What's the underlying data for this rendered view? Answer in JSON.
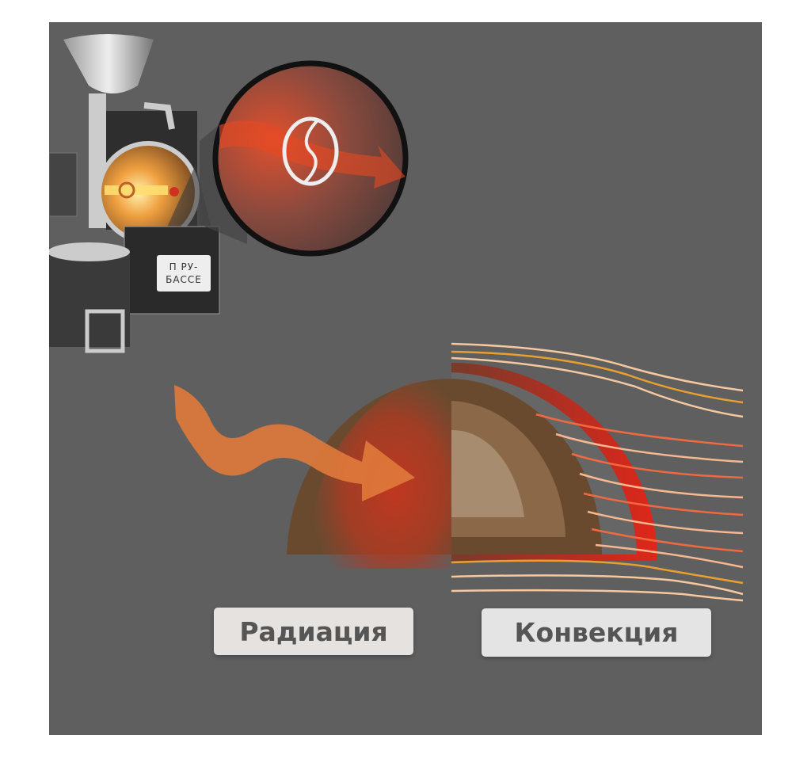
{
  "machine": {
    "plate_line1": "П РУ-",
    "plate_line2": "БАССЕ"
  },
  "labels": {
    "radiation": "Радиация",
    "convection": "Конвекция"
  },
  "colors": {
    "background": "#5f5f5f",
    "red": "#d42a1a",
    "orange": "#e07a3c",
    "brown_dark": "#6a4a2e",
    "brown_mid": "#8a6848",
    "brown_light": "#a88c70"
  }
}
